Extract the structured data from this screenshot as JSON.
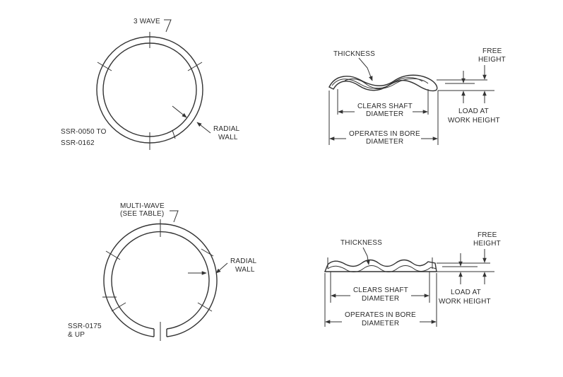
{
  "labels": {
    "three_wave": "3 WAVE",
    "ssr_small_1": "SSR-0050 TO",
    "ssr_small_2": "SSR-0162",
    "radial_1": "RADIAL",
    "radial_2": "WALL",
    "thickness": "THICKNESS",
    "free_1": "FREE",
    "free_2": "HEIGHT",
    "clears_1": "CLEARS SHAFT",
    "clears_2": "DIAMETER",
    "load_1": "LOAD AT",
    "load_2": "WORK HEIGHT",
    "operates_1": "OPERATES IN BORE",
    "operates_2": "DIAMETER",
    "multi_1": "MULTI-WAVE",
    "multi_2": "(SEE TABLE)",
    "ssr_large_1": "SSR-0175",
    "ssr_large_2": "& UP"
  }
}
